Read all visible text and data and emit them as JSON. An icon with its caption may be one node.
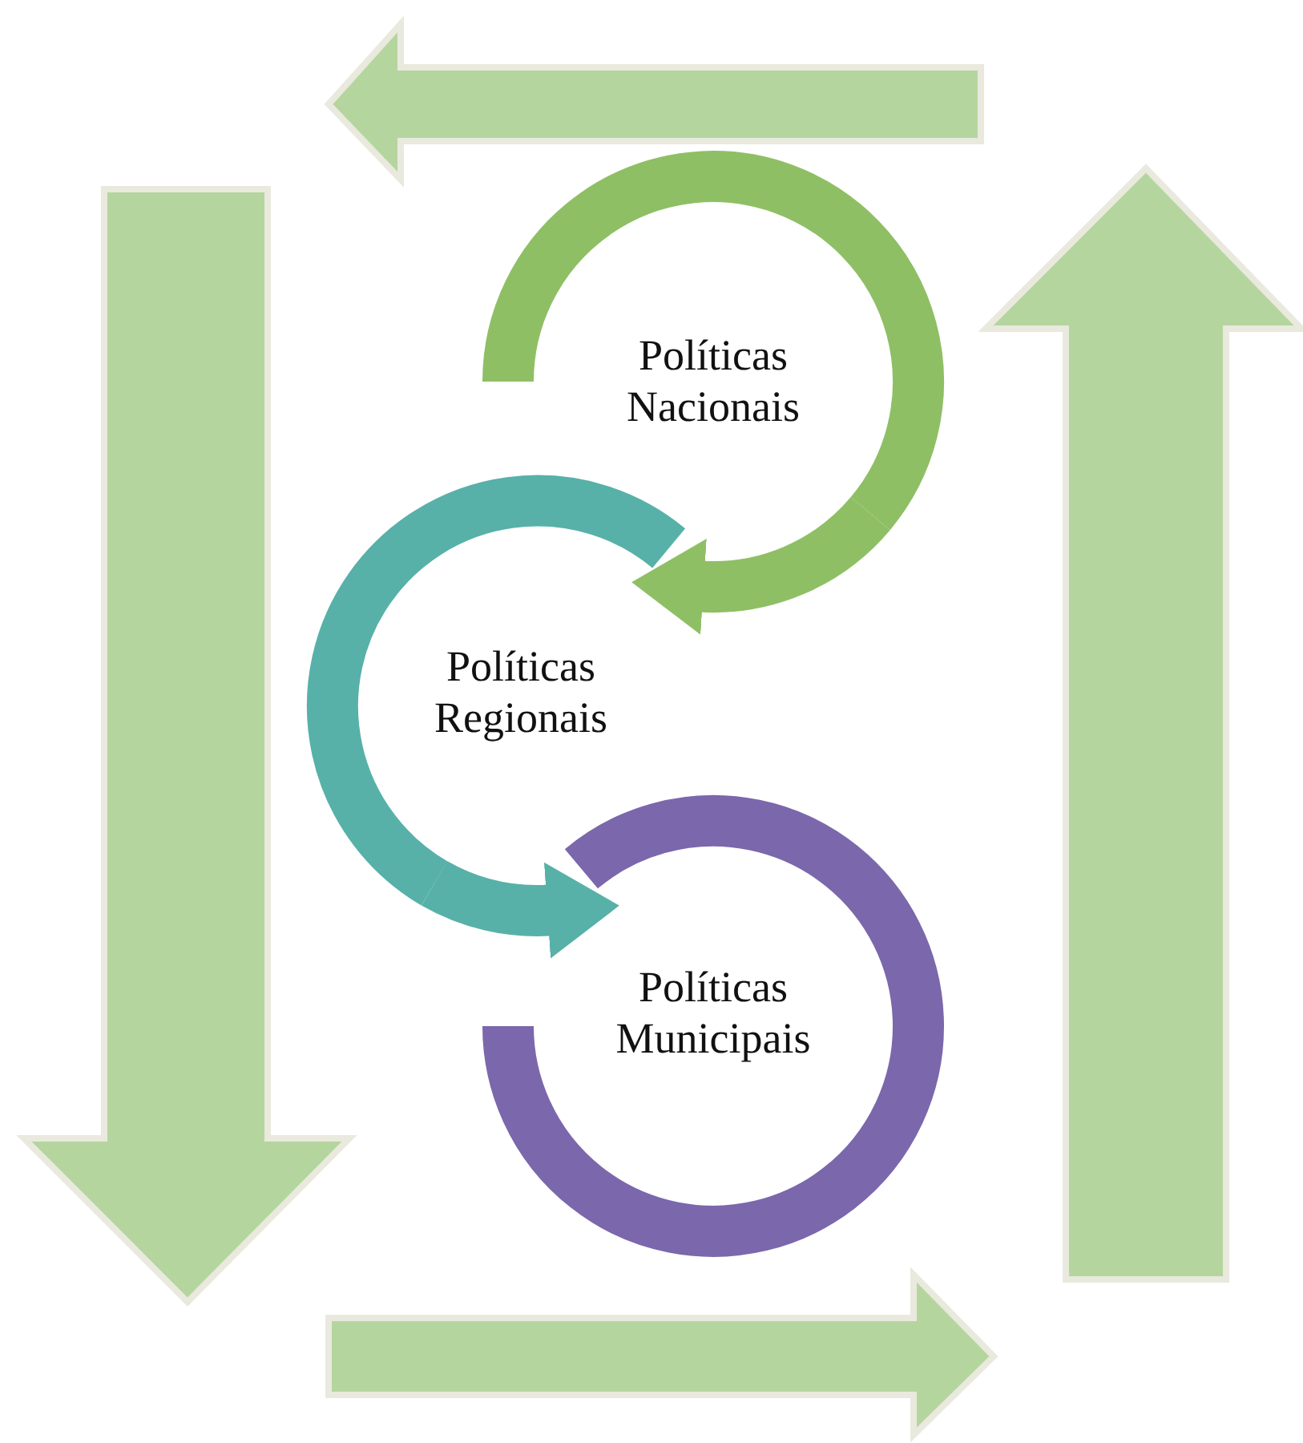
{
  "diagram": {
    "nodes": [
      {
        "text": [
          "Políticas Nacionais"
        ]
      },
      {
        "text": [
          "Políticas Regionais"
        ]
      },
      {
        "text": [
          "Políticas Municipais"
        ]
      }
    ],
    "edges": [
      {
        "from": 0,
        "to": 1,
        "arrow": "to",
        "color": "#8fbf65"
      },
      {
        "from": 1,
        "to": 2,
        "arrow": "to",
        "color": "#57b1a8"
      }
    ]
  }
}
